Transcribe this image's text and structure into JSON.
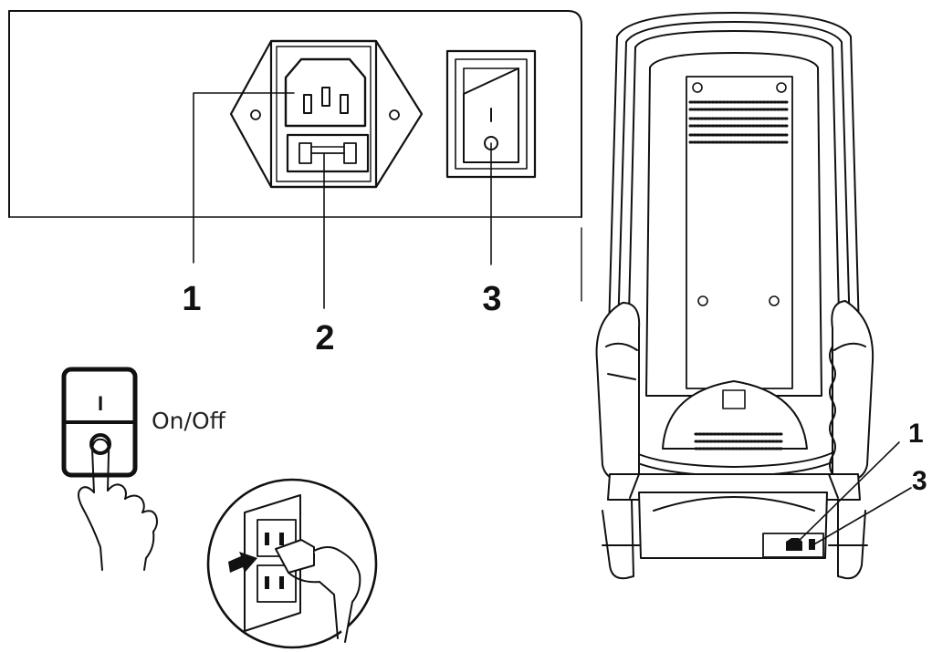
{
  "diagram": {
    "panel_callouts": {
      "inlet": "1",
      "fuse": "2",
      "switch": "3"
    },
    "switch_mark": "I",
    "on_off_label": "On/Off",
    "chair_callouts": {
      "inlet": "1",
      "switch": "3"
    }
  }
}
